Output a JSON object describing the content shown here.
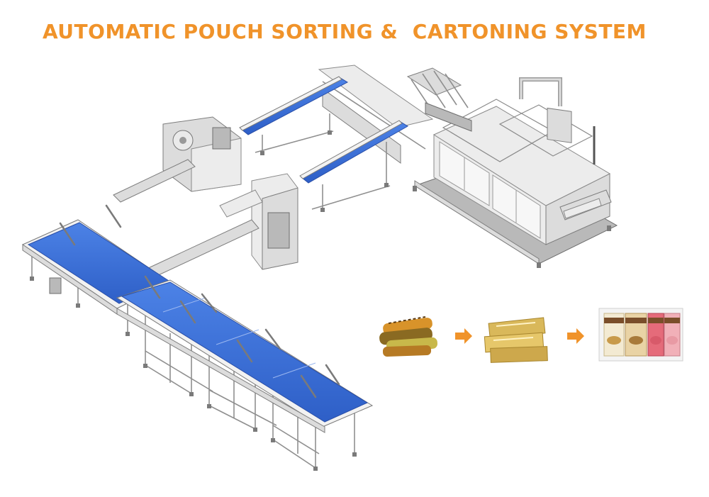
{
  "title": "AUTOMATIC POUCH SORTING &  CARTONING SYSTEM",
  "colors": {
    "title": "#f0932a",
    "belt": "#3a6fd8",
    "arrow": "#f0932a",
    "frame": "#8f8f8f",
    "metal": "#dcdcdc"
  },
  "flow": {
    "steps": [
      {
        "name": "raw-product",
        "icon": "snack-bars-icon"
      },
      {
        "name": "pouch-packed",
        "icon": "golden-pouches-icon"
      },
      {
        "name": "cartoned",
        "icon": "carton-boxes-icon"
      }
    ],
    "arrows": [
      {
        "icon": "arrow-right-icon"
      },
      {
        "icon": "arrow-right-icon"
      }
    ]
  }
}
